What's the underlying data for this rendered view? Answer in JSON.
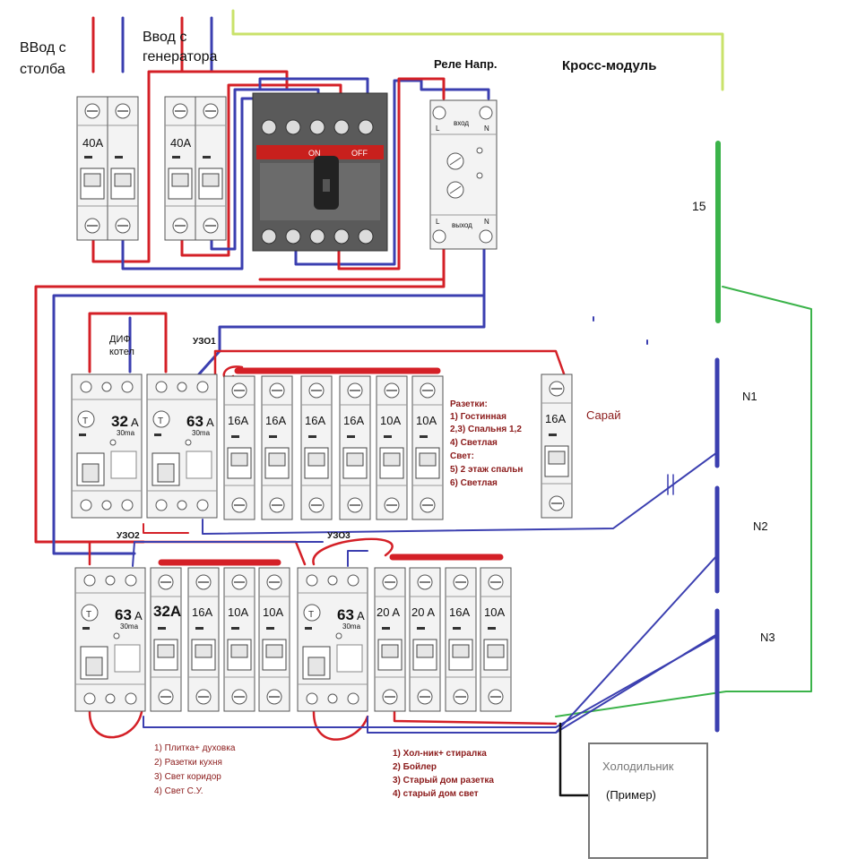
{
  "labels": {
    "input_pole": "ВВод с\nстолба",
    "input_gen": "Ввод с\nгенератора",
    "relay": "Реле Напр.",
    "cross_module": "Кросс-модуль",
    "bus_15": "15",
    "n1": "N1",
    "n2": "N2",
    "n3": "N3",
    "dif_kotel": "ДИФ\nкотел",
    "uzo1": "УЗО1",
    "uzo2": "УЗО2",
    "uzo3": "УЗО3",
    "sarai": "Сарай",
    "fridge": "Холодильник",
    "fridge_note": "(Пример)",
    "relay_in": "вход",
    "relay_out": "выход",
    "relay_l": "L",
    "relay_n": "N",
    "switch_on": "ON",
    "switch_off": "OFF",
    "ma": "30ma",
    "amp": "A"
  },
  "top_breakers": [
    {
      "rating": "40A"
    },
    {
      "rating": "40A"
    }
  ],
  "row1": {
    "rcds": [
      {
        "rating": "32"
      },
      {
        "rating": "63"
      }
    ],
    "breakers": [
      "16A",
      "16A",
      "16A",
      "16A",
      "10A",
      "10A"
    ],
    "sarai_breaker": "16A",
    "notes": [
      "Разетки:",
      "1) Гостинная",
      "2,3) Спальня 1,2",
      "4) Светлая",
      "Свет:",
      "5) 2 этаж спальн",
      "6) Светлая"
    ]
  },
  "row2": {
    "rcd_a": {
      "rating": "63"
    },
    "group_a": [
      "32A",
      "16A",
      "10A",
      "10A"
    ],
    "rcd_b": {
      "rating": "63"
    },
    "group_b": [
      "20 A",
      "20 A",
      "16A",
      "10A"
    ],
    "notes_a": [
      "1) Плитка+ духовка",
      "2) Разетки кухня",
      "3) Свет коридор",
      "4) Свет С.У."
    ],
    "notes_b": [
      "1) Хол-ник+ стиралка",
      "2) Бойлер",
      "3) Старый дом разетка",
      "4) старый дом свет"
    ]
  },
  "colors": {
    "phase": "#d42027",
    "neutral": "#3b3fb0",
    "earth": "#3bb34a",
    "earth_light": "#c9e26a",
    "black": "#111111"
  }
}
